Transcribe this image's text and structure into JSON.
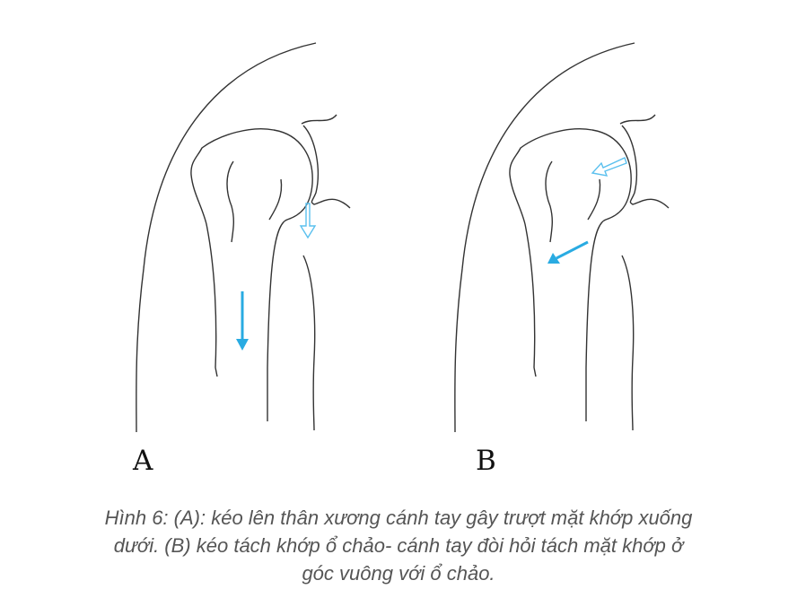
{
  "figure": {
    "panel_a_label": "A",
    "panel_b_label": "B",
    "arrow_color": "#29abe2",
    "line_color": "#333333"
  },
  "caption": {
    "line1": "Hình 6: (A): kéo lên thân xương cánh tay gây trượt mặt khớp xuống",
    "line2": "dưới. (B) kéo tách khớp ổ chảo- cánh tay đòi hỏi tách mặt khớp ở",
    "line3": "góc vuông với ổ chảo."
  }
}
